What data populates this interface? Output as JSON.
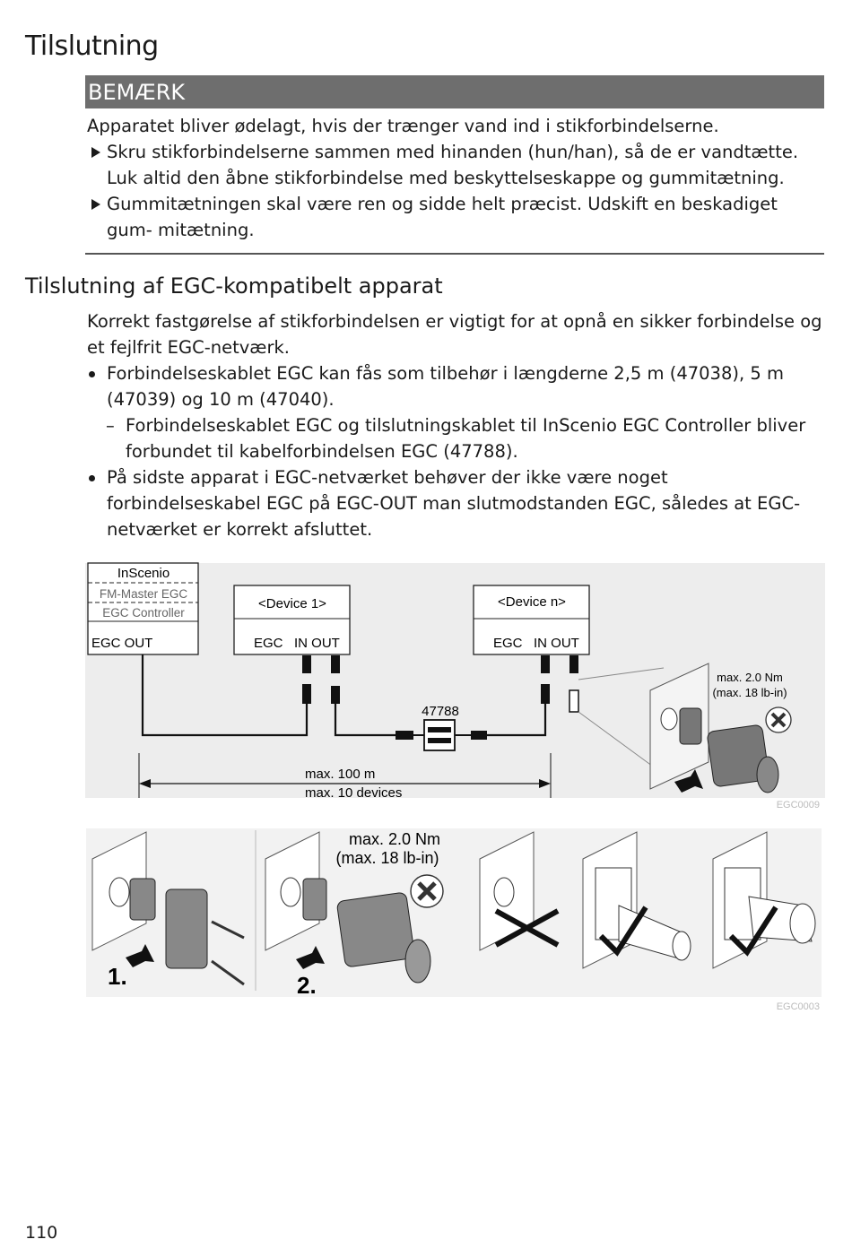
{
  "page": {
    "title": "Tilslutning",
    "page_number": "110"
  },
  "note": {
    "label": "BEMÆRK",
    "intro": "Apparatet bliver ødelagt, hvis der trænger vand ind i stikforbindelserne.",
    "items": [
      "Skru stikforbindelserne sammen med hinanden (hun/han), så de er vandtætte. Luk altid den åbne stikforbindelse med beskyttelseskappe og gummitætning.",
      "Gummitætningen skal være ren og sidde helt præcist. Udskift en beskadiget gum- mitætning."
    ]
  },
  "section": {
    "heading": "Tilslutning af EGC-kompatibelt apparat",
    "intro": "Korrekt fastgørelse af stikforbindelsen er vigtigt for at opnå en sikker forbindelse og et fejlfrit EGC-netværk.",
    "bullet1": "Forbindelseskablet EGC kan fås som tilbehør i længderne 2,5 m (47038), 5 m (47039) og 10 m (47040).",
    "sub1": "Forbindelseskablet EGC og tilslutningskablet til InScenio EGC Controller bliver forbundet til kabelforbindelsen EGC (47788).",
    "dash": "–",
    "bullet2": "På sidste apparat i EGC-netværket behøver der ikke være noget forbindelseskabel EGC på EGC-OUT man slutmodstanden EGC, således at EGC-netværket er korrekt afsluttet."
  },
  "figure1": {
    "inscenio": "InScenio",
    "fm_master": "FM-Master EGC",
    "egc_controller": "EGC Controller",
    "egc_out": "EGC OUT",
    "device1": "<Device 1>",
    "device1_ports": "EGC   IN OUT",
    "devicen": "<Device n>",
    "devicen_ports": "EGC   IN OUT",
    "part_no": "47788",
    "length": "max. 100 m",
    "devices": "max. 10 devices",
    "torque": "max. 2.0 Nm",
    "torque_imp": "(max. 18 lb-in)",
    "code": "EGC0009"
  },
  "figure2": {
    "step1": "1.",
    "step2": "2.",
    "torque": "max. 2.0 Nm",
    "torque_imp": "(max. 18 lb-in)",
    "code": "EGC0003"
  }
}
